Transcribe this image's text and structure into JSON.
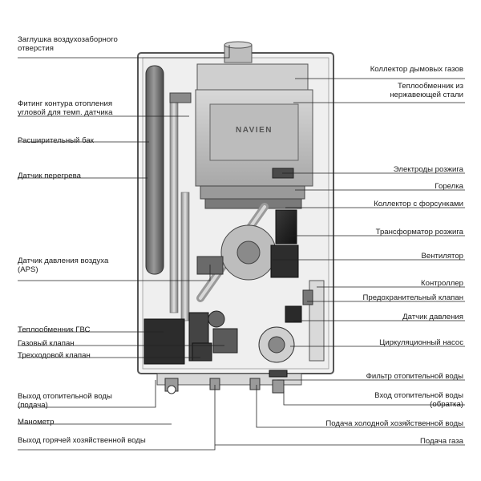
{
  "diagram": {
    "brand": "NAVIEN",
    "labels_left": [
      "Заглушка воздухозаборного отверстия",
      "Фитинг контура отопления угловой для темп. датчика",
      "Расширительный бак",
      "Датчик перегрева",
      "Датчик давления воздуха (APS)",
      "Теплообменник ГВС",
      "Газовый клапан",
      "Трехходовой клапан",
      "Выход отопительной воды (подача)",
      "Манометр",
      "Выход горячей хозяйственной воды"
    ],
    "labels_right": [
      "Коллектор дымовых газов",
      "Теплообменник из нержавеющей стали",
      "Электроды розжига",
      "Горелка",
      "Коллектор с форсунками",
      "Трансформатор розжига",
      "Вентилятор",
      "Контроллер",
      "Предохранительный клапан",
      "Датчик давления",
      "Циркуляционный насос",
      "Фильтр отопительной воды",
      "Вход отопительной воды (обратка)",
      "Подача холодной хозяйственной воды",
      "Подача газа"
    ]
  }
}
